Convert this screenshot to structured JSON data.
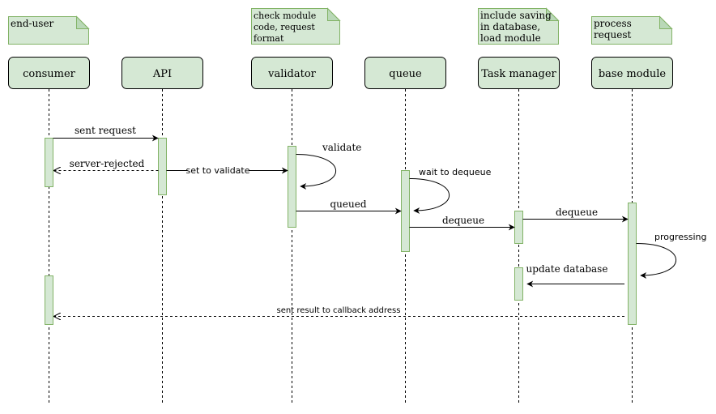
{
  "colors": {
    "participant_fill": "#d5e8d4",
    "note_fill": "#d5e8d4",
    "border_green": "#82b366",
    "line": "#000000"
  },
  "participants": {
    "consumer": "consumer",
    "api": "API",
    "validator": "validator",
    "queue": "queue",
    "task_manager": "Task manager",
    "base_module": "base module"
  },
  "notes": {
    "end_user": [
      "end-user"
    ],
    "check_module": [
      "check module",
      "code, request",
      "format"
    ],
    "include_saving": [
      "include saving",
      "in database,",
      "load module"
    ],
    "process_request": [
      "process",
      "request"
    ]
  },
  "messages": {
    "sent_request": "sent request",
    "server_rejected": "server-rejected",
    "set_to_validate": "set to validate",
    "validate": "validate",
    "queued": "queued",
    "wait_to_dequeue": "wait to dequeue",
    "dequeue_1": "dequeue",
    "dequeue_2": "dequeue",
    "progressing": "progressing",
    "update_database": "update database",
    "sent_result": "sent result to callback address"
  }
}
